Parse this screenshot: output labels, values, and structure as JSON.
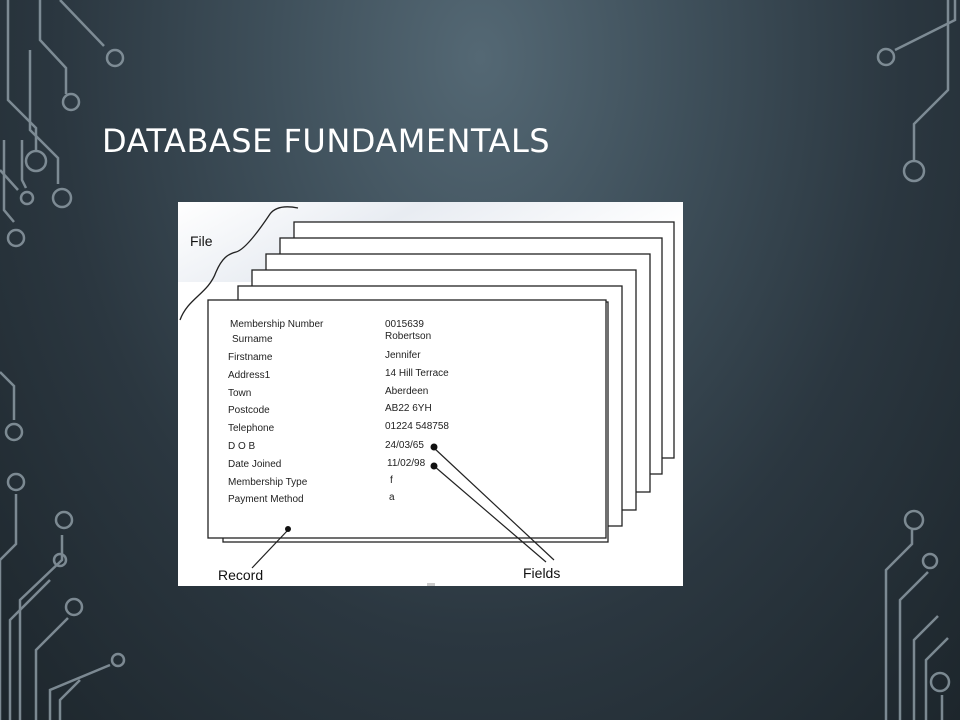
{
  "slide": {
    "title": "DATABASE FUNDAMENTALS"
  },
  "diagram": {
    "file_label": "File",
    "record_label": "Record",
    "fields_label": "Fields",
    "record": [
      {
        "field": "Membership Number",
        "value": "0015639"
      },
      {
        "field": "Surname",
        "value": "Robertson"
      },
      {
        "field": "Firstname",
        "value": "Jennifer"
      },
      {
        "field": "Address1",
        "value": "14 Hill Terrace"
      },
      {
        "field": "Town",
        "value": "Aberdeen"
      },
      {
        "field": "Postcode",
        "value": "AB22 6YH"
      },
      {
        "field": "Telephone",
        "value": "01224 548758"
      },
      {
        "field": "D O B",
        "value": "24/03/65"
      },
      {
        "field": "Date Joined",
        "value": "11/02/98"
      },
      {
        "field": "Membership Type",
        "value": "f"
      },
      {
        "field": "Payment Method",
        "value": "a"
      }
    ]
  },
  "colors": {
    "title": "#ffffff",
    "background": "#2f3c45",
    "circuit": "#8c9aa3"
  }
}
